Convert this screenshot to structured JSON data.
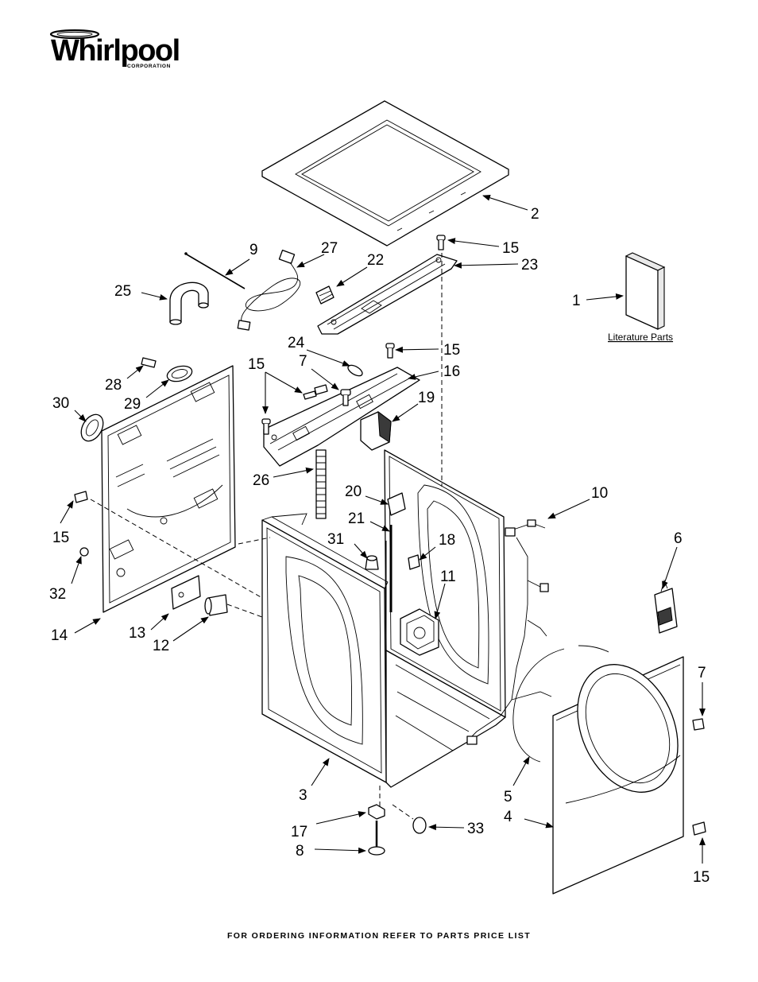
{
  "logo": {
    "brand": "Whirlpool",
    "tagline": "CORPORATION"
  },
  "literature_label": "Literature Parts",
  "footer": "FOR ORDERING INFORMATION REFER TO PARTS PRICE LIST",
  "callouts": [
    {
      "id": "c2",
      "label": "2"
    },
    {
      "id": "c15a",
      "label": "15"
    },
    {
      "id": "c23",
      "label": "23"
    },
    {
      "id": "c9",
      "label": "9"
    },
    {
      "id": "c27",
      "label": "27"
    },
    {
      "id": "c22",
      "label": "22"
    },
    {
      "id": "c1",
      "label": "1"
    },
    {
      "id": "c25",
      "label": "25"
    },
    {
      "id": "c24",
      "label": "24"
    },
    {
      "id": "c15b",
      "label": "15"
    },
    {
      "id": "c15c",
      "label": "15"
    },
    {
      "id": "c7a",
      "label": "7"
    },
    {
      "id": "c16",
      "label": "16"
    },
    {
      "id": "c28",
      "label": "28"
    },
    {
      "id": "c29",
      "label": "29"
    },
    {
      "id": "c30",
      "label": "30"
    },
    {
      "id": "c19",
      "label": "19"
    },
    {
      "id": "c26",
      "label": "26"
    },
    {
      "id": "c20",
      "label": "20"
    },
    {
      "id": "c10",
      "label": "10"
    },
    {
      "id": "c21",
      "label": "21"
    },
    {
      "id": "c15d",
      "label": "15"
    },
    {
      "id": "c31",
      "label": "31"
    },
    {
      "id": "c18",
      "label": "18"
    },
    {
      "id": "c6",
      "label": "6"
    },
    {
      "id": "c32",
      "label": "32"
    },
    {
      "id": "c11",
      "label": "11"
    },
    {
      "id": "c14",
      "label": "14"
    },
    {
      "id": "c13",
      "label": "13"
    },
    {
      "id": "c12",
      "label": "12"
    },
    {
      "id": "c7b",
      "label": "7"
    },
    {
      "id": "c3",
      "label": "3"
    },
    {
      "id": "c5",
      "label": "5"
    },
    {
      "id": "c4",
      "label": "4"
    },
    {
      "id": "c17",
      "label": "17"
    },
    {
      "id": "c33",
      "label": "33"
    },
    {
      "id": "c8",
      "label": "8"
    },
    {
      "id": "c15e",
      "label": "15"
    }
  ]
}
